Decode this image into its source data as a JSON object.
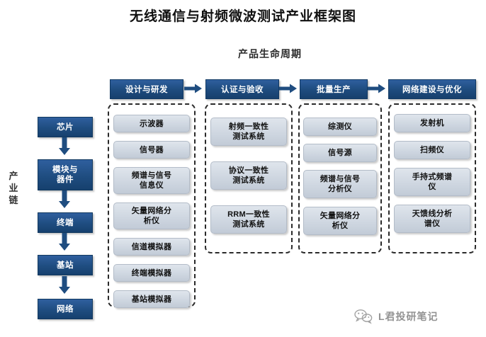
{
  "title": "无线通信与射频微波测试产业框架图",
  "subtitle": "产品生命周期",
  "chain_axis_label": [
    "产",
    "业",
    "链"
  ],
  "phases": [
    {
      "label": "设计与研发"
    },
    {
      "label": "认证与验收"
    },
    {
      "label": "批量生产"
    },
    {
      "label": "网络建设与优化"
    }
  ],
  "chain": [
    {
      "label": "芯片"
    },
    {
      "label": "模块与\n器件"
    },
    {
      "label": "终端"
    },
    {
      "label": "基站"
    },
    {
      "label": "网络"
    }
  ],
  "columns": [
    {
      "phase": "设计与研发",
      "items": [
        {
          "label": "示波器"
        },
        {
          "label": "信号器"
        },
        {
          "label": "频谱与信号\n信息仪"
        },
        {
          "label": "矢量网络分\n析仪"
        },
        {
          "label": "信道模拟器"
        },
        {
          "label": "终端模拟器"
        },
        {
          "label": "基站模拟器"
        }
      ]
    },
    {
      "phase": "认证与验收",
      "items": [
        {
          "label": "射频一致性\n测试系统"
        },
        {
          "label": "协议一致性\n测试系统"
        },
        {
          "label": "RRM一致性\n测试系统"
        }
      ]
    },
    {
      "phase": "批量生产",
      "items": [
        {
          "label": "综测仪"
        },
        {
          "label": "信号源"
        },
        {
          "label": "频谱与信号\n分析仪"
        },
        {
          "label": "矢量网络分\n析仪"
        }
      ]
    },
    {
      "phase": "网络建设与优化",
      "items": [
        {
          "label": "发射机"
        },
        {
          "label": "扫频仪"
        },
        {
          "label": "手持式频谱\n仪"
        },
        {
          "label": "天馈线分析\n谱仪"
        }
      ]
    }
  ],
  "watermark": {
    "text": "L君投研笔记",
    "icon": "wechat-logo-icon"
  },
  "colors": {
    "header_blue": "#1f4d80",
    "item_gray": "#cfd7e1",
    "dashed_border": "#2a2a2a"
  }
}
